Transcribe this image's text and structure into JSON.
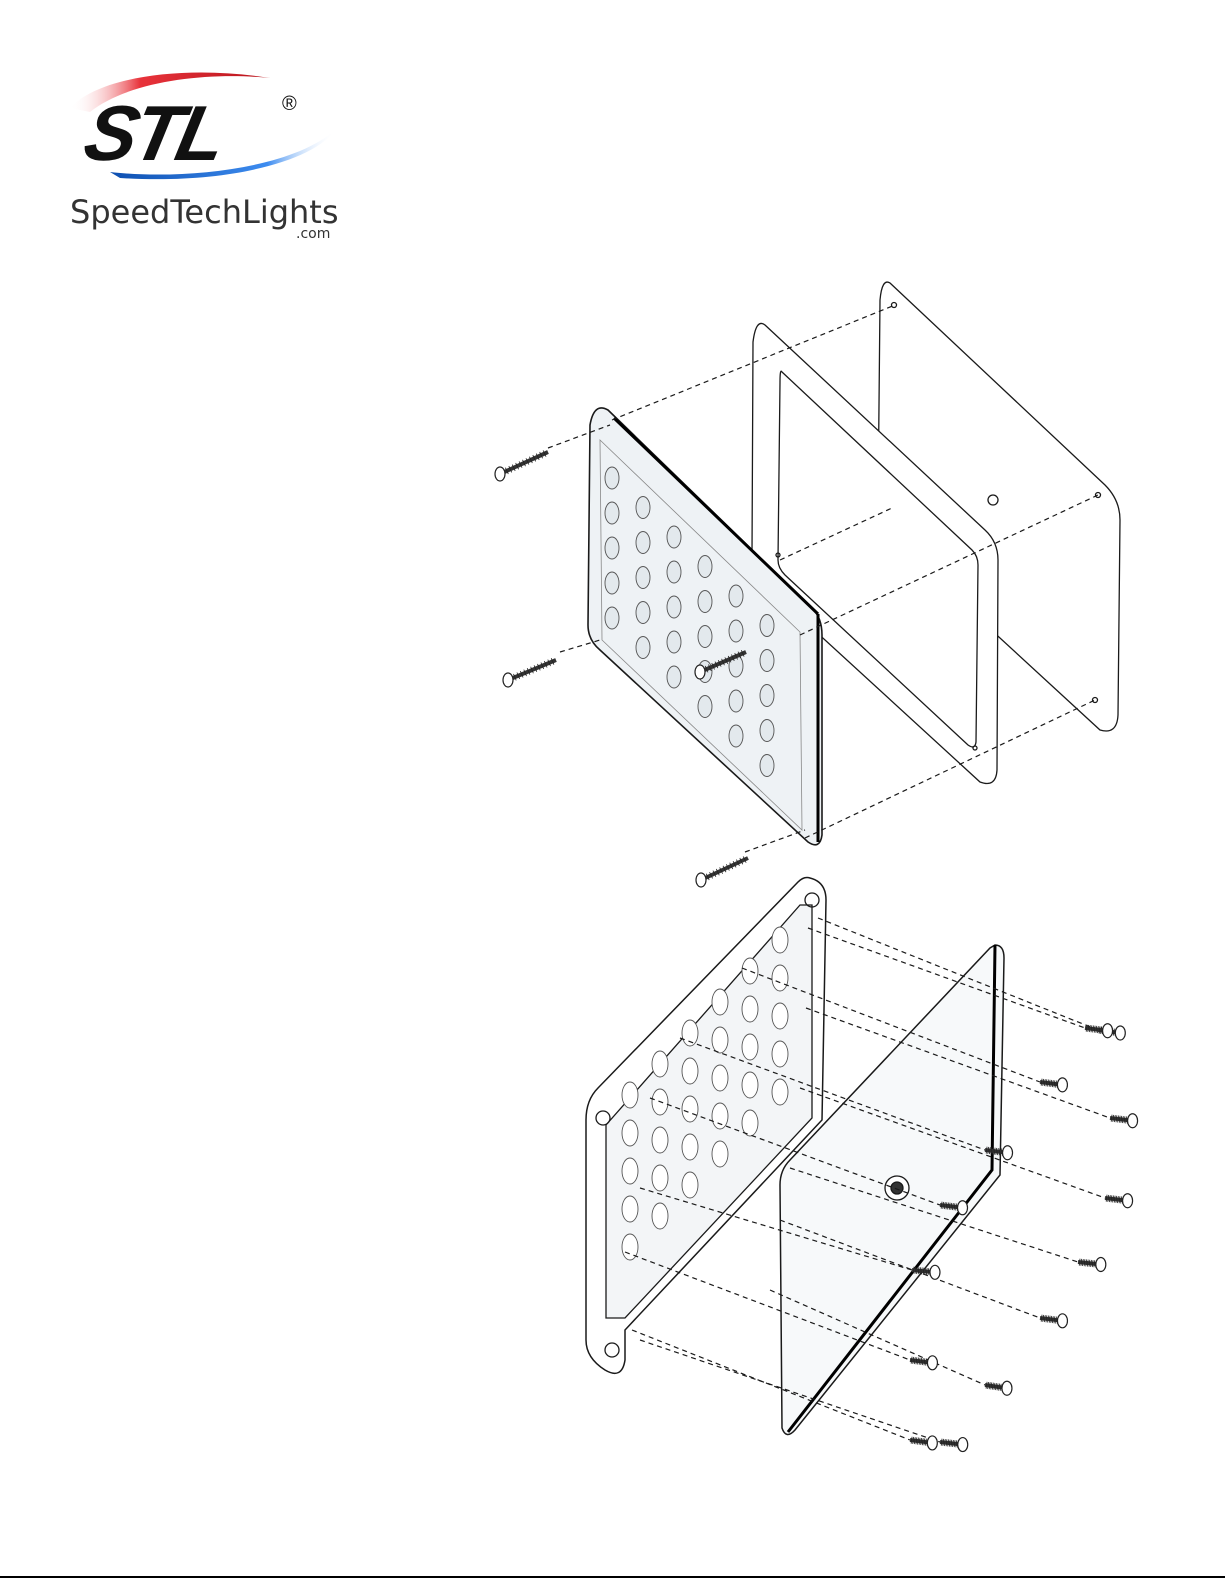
{
  "logo": {
    "mark": "STL",
    "registered": "®",
    "brand": "SpeedTechLights",
    "domain_suffix": ".com",
    "swoosh_colors": {
      "red": "#d6242c",
      "blue": "#1f6fd6"
    }
  },
  "diagram": {
    "line_color": "#1a1a1a",
    "lens_fill": "#e9eef2",
    "led_fill": "#dfe6ea"
  }
}
